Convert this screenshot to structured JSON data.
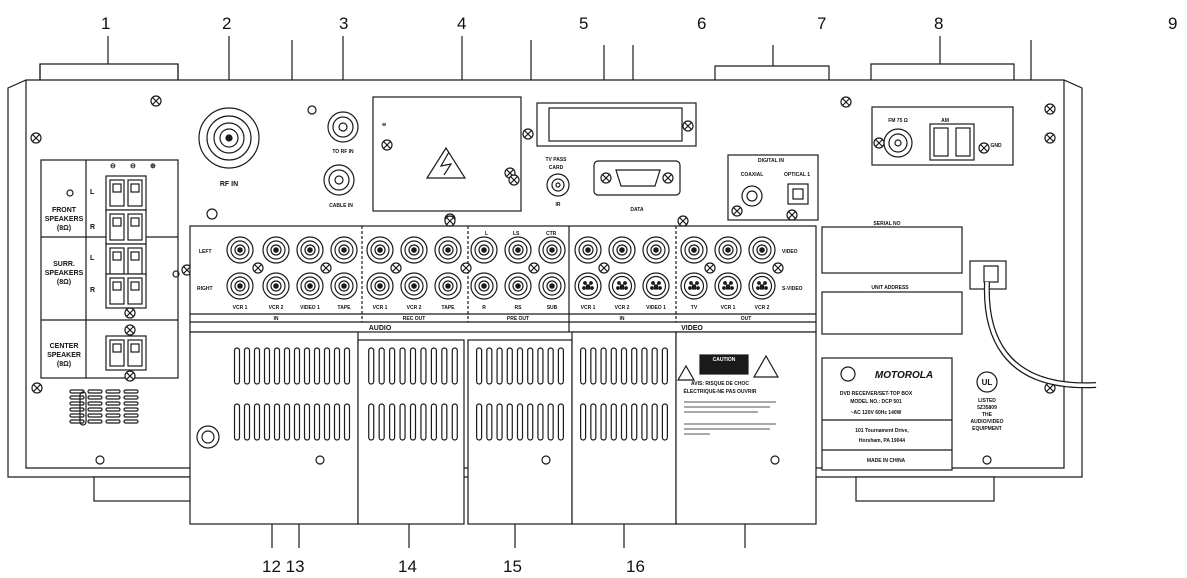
{
  "diagram": {
    "top_callouts": [
      "1",
      "2",
      "3",
      "4",
      "5",
      "6",
      "7",
      "8",
      "9"
    ],
    "bottom_callouts": [
      "12",
      "13",
      "14",
      "15",
      "16"
    ],
    "speakers": {
      "front": [
        "FRONT",
        "SPEAKERS",
        "(8Ω)"
      ],
      "surround": [
        "SURR.",
        "SPEAKERS",
        "(8Ω)"
      ],
      "center": [
        "CENTER",
        "SPEAKER",
        "(8Ω)"
      ],
      "left_mark": "L",
      "right_mark": "R",
      "minus": "⊖",
      "plus": "⊕"
    },
    "rf_in": "RF IN",
    "to_rf_in": "TO RF IN",
    "cable_in": "CABLE IN",
    "tv_pass_card": [
      "TV PASS",
      "CARD"
    ],
    "ir": "IR",
    "data": "DATA",
    "digital_in": {
      "title": "DIGITAL IN",
      "coaxial": "COAXIAL",
      "optical": "OPTICAL 1"
    },
    "fm": "FM 75 Ω",
    "am": "AM",
    "gnd": "GND",
    "serial_no": "SERIAL NO",
    "unit_address": "UNIT ADDRESS",
    "jack_rows": {
      "left": "LEFT",
      "right": "RIGHT",
      "video": "VIDEO",
      "svideo": "S-VIDEO"
    },
    "preout_top": [
      "L",
      "LS",
      "CTR"
    ],
    "audio_in_labels": [
      "VCR 1",
      "VCR 2",
      "VIDEO 1",
      "TAPE"
    ],
    "rec_out_labels": [
      "VCR 1",
      "VCR 2",
      "TAPE"
    ],
    "preout_labels": [
      "R",
      "RS",
      "SUB"
    ],
    "video_in_labels": [
      "VCR 1",
      "VCR 2",
      "VIDEO 1"
    ],
    "video_out_labels": [
      "TV",
      "VCR 1",
      "VCR 2"
    ],
    "group_labels": {
      "in": "IN",
      "rec_out": "REC OUT",
      "pre_out": "PRE OUT",
      "audio": "AUDIO",
      "video_in": "IN",
      "video_out": "OUT",
      "video": "VIDEO"
    },
    "warning": {
      "title": "CAUTION",
      "line1": "AVIS: RISQUE DE CHOC",
      "line2": "ÉLECTRIQUE-NE PAS OUVRIR"
    },
    "motorola_label": {
      "brand": "MOTOROLA",
      "line1": "DVD RECEIVER/SET-TOP BOX",
      "line2": "MODEL NO.: DCP 501",
      "line3": "~AC 120V 60Hz       140W",
      "address1": "101 Tournament Drive,",
      "address2": "Horsham, PA 19044",
      "made_in": "MADE IN CHINA"
    },
    "ul": {
      "mark": "UL",
      "line1": "LISTED",
      "line2": "5Z35809",
      "line3": "THE",
      "line4": "AUDIO/VIDEO",
      "line5": "EQUIPMENT"
    },
    "colors": {
      "line": "#1a1a1a",
      "panel": "#ffffff",
      "background": "#ffffff"
    }
  }
}
